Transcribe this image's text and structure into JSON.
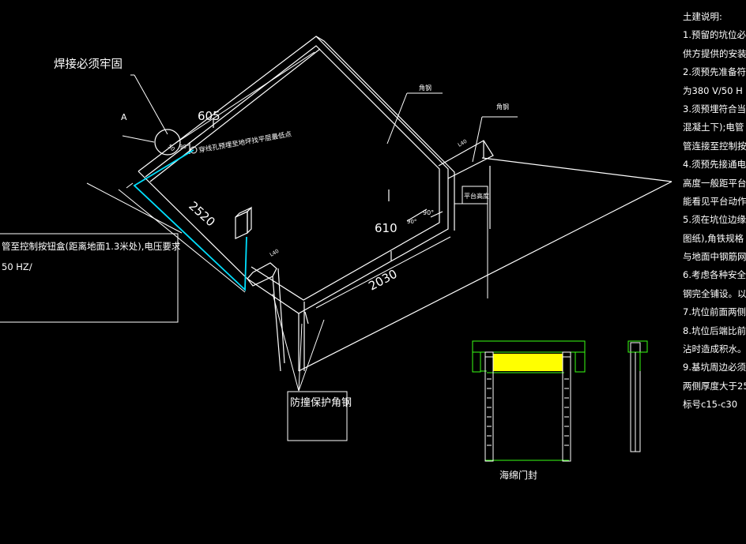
{
  "labels": {
    "weld": "焊接必须牢固",
    "mark_a": "A",
    "angle_steel_1": "角钢",
    "angle_steel_2": "角钢",
    "conduit_note": "穿线孔预埋至地坪找平层最低点",
    "dim_605": "605",
    "dim_2520": "2520",
    "dim_610": "610",
    "dim_2030": "2030",
    "angle_90_a": "90°",
    "angle_90_b": "90°",
    "angle_90_c": "90°",
    "dim_50": "50",
    "dim_l40_a": "L40",
    "dim_l40_b": "L40",
    "platform_height": "平台高度",
    "anti_collision": "防撞保护角钢",
    "seal": "海绵门封"
  },
  "callout": {
    "line1": "管至控制按钮盒(距离地面1.3米处),电压要求",
    "line2": "50 HZ/"
  },
  "notes": {
    "title": "土建说明:",
    "lines": [
      "1.预留的坑位必",
      "供方提供的安装",
      "2.须预先准备符",
      "为380 V/50 H",
      "3.须预埋符合当",
      "混凝土下);电管",
      "管连接至控制按",
      "4.须预先接通电",
      "高度一般距平台",
      "能看见平台动作",
      "5.须在坑位边缘",
      "图纸),角铁规格",
      "与地面中钢筋网",
      "6.考虑各种安全",
      "钢完全铺设。以",
      "7.坑位前面两侧",
      "8.坑位后端比前",
      "沾时造成积水。",
      "9.基坑周边必须",
      "两侧厚度大于25",
      "标号c15-c30"
    ]
  },
  "colors": {
    "line": "#ffffff",
    "conduit": "#00e0ff",
    "seal_frame": "#39ff14",
    "seal_fill": "#ffff00"
  }
}
